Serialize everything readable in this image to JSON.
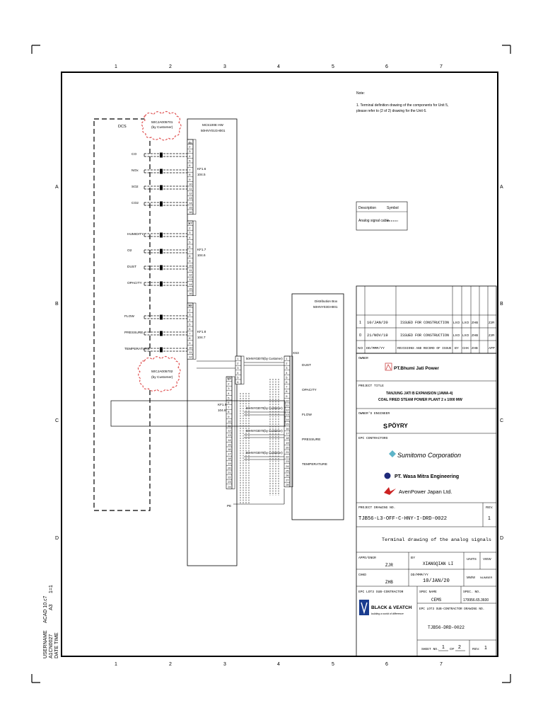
{
  "grid": {
    "cols": [
      "1",
      "2",
      "3",
      "4",
      "5",
      "6",
      "7"
    ],
    "rows": [
      "A",
      "B",
      "C",
      "D"
    ]
  },
  "note": {
    "title": "Note:",
    "line1": "1. Terminal definition drawing of the components for Unit 5,",
    "line2": "please refer to (2 of 2) drawing for the Unit 6."
  },
  "legend": {
    "col1": "Description",
    "col2": "Symbol",
    "row1": "Analog signal cable"
  },
  "dcs": {
    "label": "DCS",
    "cloud1_line1": "50CJA005701",
    "cloud1_line2": "(by Customer)",
    "cloud2_line1": "50CJA005702",
    "cloud2_line2": "(by Customer)",
    "signals_a": [
      "CO",
      "NOx",
      "SO2",
      "CO2"
    ],
    "signals_b": [
      "HUMIDITY",
      "O2",
      "DUST",
      "OPACITY"
    ],
    "signals_c": [
      "FLOW",
      "PRESSURE",
      "TEMPERATURE"
    ]
  },
  "cabinet": {
    "line1": "MCS100E HW",
    "line2": "50HNY01GH001",
    "x6": "X6",
    "x7": "X7",
    "x8": "X8",
    "kf6": "KF1.6",
    "kf6b": "104.5",
    "kf7": "KF1.7",
    "kf7b": "104.6",
    "kf8": "KF1.8",
    "kf8b": "104.7",
    "kf9": "KF1.9",
    "kf9b": "104.8",
    "pe": "PE",
    "x9": "X9"
  },
  "distribution": {
    "line1": "Distribution Box",
    "line2": "50HNY03GH001",
    "xs3": "XS3",
    "signals": [
      "DUST",
      "OPACITY",
      "FLOW",
      "PRESSURE",
      "TEMPERATURE"
    ],
    "cables": [
      "50HNY03070(by Customer)",
      "50HNY03070(by Customer)",
      "50HNY03070(by Customer)",
      "50HNY03070(by Customer)"
    ]
  },
  "revisions": [
    {
      "no": "1",
      "date": "10/JAN/20",
      "desc": "ISSUED FOR CONSTRUCTION",
      "by": "LXO",
      "chk": "LXO",
      "app": "ZHB",
      "appr": "ZJR"
    },
    {
      "no": "0",
      "date": "21/NOV/19",
      "desc": "ISSUED FOR CONSTRUCTION",
      "by": "LXO",
      "chk": "LXO",
      "app": "ZHB",
      "appr": "ZJR"
    }
  ],
  "rev_header": {
    "no": "NO",
    "date": "DD/MMM/YY",
    "desc": "REVISIONS AND RECORD OF ISSUE",
    "by": "BY",
    "chk": "CHK",
    "app": "ZHB",
    "appr": "APP"
  },
  "titleblock": {
    "owner_label": "OWNER",
    "owner_name": "PT.Bhumi Jati Power",
    "project_label": "PROJECT TITLE",
    "project_line1": "TANJUNG JATI B EXPANSION (JAWA-4)",
    "project_line2": "COAL FIRED STEAM POWER PLANT 2 x 1000 MW",
    "engineer_label": "OWNER'S ENGINEER",
    "engineer_name": "PÖYRY",
    "epc_label": "EPC CONTRACTORS",
    "epc1": "Sumitomo Corporation",
    "epc2": "PT. Wasa Mitra Engineering",
    "epc3": "AvenPower Japan Ltd.",
    "drawing_label": "PROJECT DRAWING NO.",
    "drawing_no": "TJB56-L3-OFF-C-HNY-I-DRD-0022",
    "rev_label": "REV.",
    "rev_no": "1",
    "drawing_title": "Terminal drawing of the analog signals",
    "appd_label": "APPD/ENGR",
    "appd_value": "ZJR",
    "by_label": "BY",
    "by_value": "XIANGQIAN LI",
    "units_label": "UNITS",
    "view_label": "VIEW",
    "units_value": "MM/W",
    "view_value": "NUMBER",
    "chkd_label": "CHKD",
    "chkd_value": "ZHB",
    "date_label": "DD/MMM/YY",
    "date_value": "10/JAN/20",
    "sub_label": "EPC LOT3 SUB-CONTRACTOR",
    "sub_name": "BLACK & VEATCH",
    "sub_tag": "building a world of difference",
    "spec_label": "SPEC NAME",
    "spec_value": "CEMS",
    "specno_label": "SPEC. NO.",
    "specno_value": "179956.65.3600",
    "subdwg_label": "EPC LOT3 SUB-CONTRACTOR DRAWING NO.",
    "subdwg_value": "TJB56-DRD-0022",
    "sheet_label": "SHEET NO.",
    "sheet_no": "1",
    "sheet_of": "OF",
    "sheet_total": "2",
    "rev2_label": "REV.",
    "rev2_value": "1"
  },
  "margin": {
    "line1": "USERNAME",
    "line2": "ACAD 10.c7",
    "line3": "A1CN0027",
    "line4": "A3",
    "line5": "1=1",
    "line6": "DATE TIME"
  }
}
